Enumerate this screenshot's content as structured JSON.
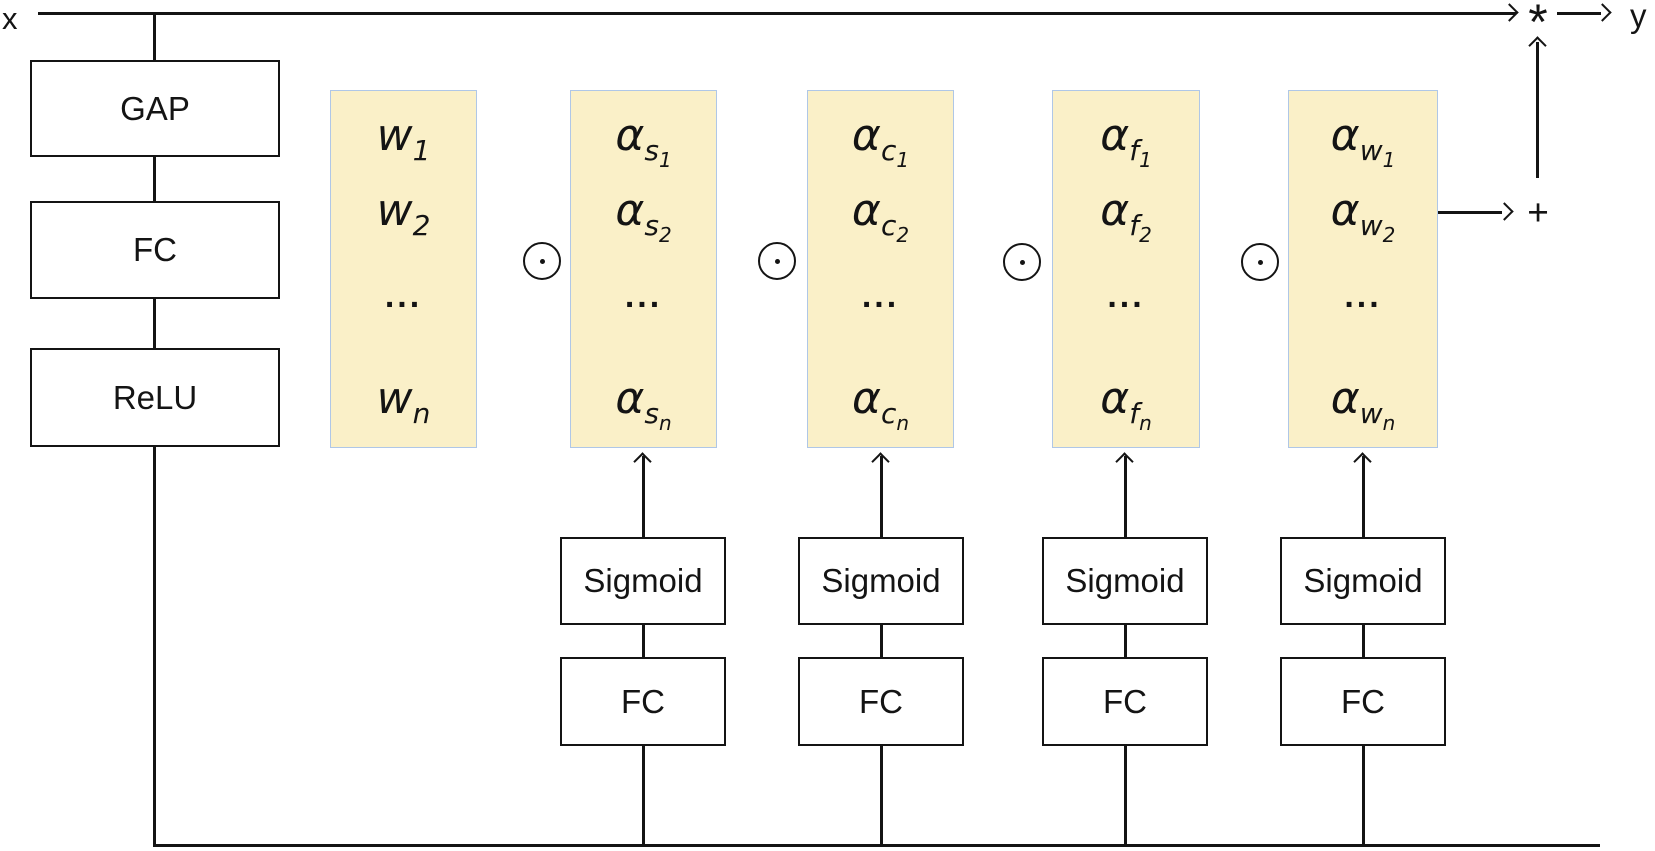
{
  "figure": {
    "input_label": "x",
    "output_label": "y",
    "multiply_symbol": "*",
    "add_symbol": "+"
  },
  "left_pipeline": {
    "items": [
      {
        "label": "GAP"
      },
      {
        "label": "FC"
      },
      {
        "label": "ReLU"
      }
    ]
  },
  "vectors": [
    {
      "name": "weight-vector",
      "rows": [
        {
          "base": "w",
          "sub": "1"
        },
        {
          "base": "w",
          "sub": "2"
        },
        {
          "dots": "..."
        },
        {
          "base": "w",
          "sub": "n"
        }
      ]
    },
    {
      "name": "alpha-s-vector",
      "rows": [
        {
          "base": "α",
          "sub": "s",
          "subsub": "1"
        },
        {
          "base": "α",
          "sub": "s",
          "subsub": "2"
        },
        {
          "dots": "..."
        },
        {
          "base": "α",
          "sub": "s",
          "subsub": "n"
        }
      ]
    },
    {
      "name": "alpha-c-vector",
      "rows": [
        {
          "base": "α",
          "sub": "c",
          "subsub": "1"
        },
        {
          "base": "α",
          "sub": "c",
          "subsub": "2"
        },
        {
          "dots": "..."
        },
        {
          "base": "α",
          "sub": "c",
          "subsub": "n"
        }
      ]
    },
    {
      "name": "alpha-f-vector",
      "rows": [
        {
          "base": "α",
          "sub": "f",
          "subsub": "1"
        },
        {
          "base": "α",
          "sub": "f",
          "subsub": "2"
        },
        {
          "dots": "..."
        },
        {
          "base": "α",
          "sub": "f",
          "subsub": "n"
        }
      ]
    },
    {
      "name": "alpha-w-vector",
      "rows": [
        {
          "base": "α",
          "sub": "w",
          "subsub": "1"
        },
        {
          "base": "α",
          "sub": "w",
          "subsub": "2"
        },
        {
          "dots": "..."
        },
        {
          "base": "α",
          "sub": "w",
          "subsub": "n"
        }
      ]
    }
  ],
  "branches": [
    {
      "activation_label": "Sigmoid",
      "fc_label": "FC"
    },
    {
      "activation_label": "Sigmoid",
      "fc_label": "FC"
    },
    {
      "activation_label": "Sigmoid",
      "fc_label": "FC"
    },
    {
      "activation_label": "Sigmoid",
      "fc_label": "FC"
    }
  ],
  "colors": {
    "vector_fill": "#FAF0C8",
    "vector_border": "#AFC7E7",
    "line": "#141414",
    "background": "#FFFFFF"
  }
}
